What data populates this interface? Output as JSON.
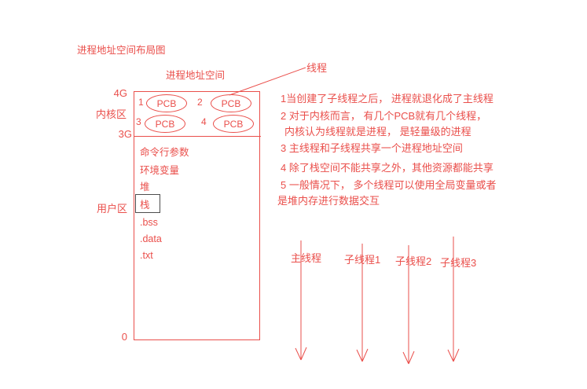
{
  "page": {
    "title": "进程地址空间布局图"
  },
  "diagram": {
    "box_label": "进程地址空间",
    "pointer_label": "线程",
    "axis": {
      "top": "4G",
      "kernel_zone": "内核区",
      "middle": "3G",
      "user_zone": "用户区",
      "bottom": "0"
    },
    "pcbs": [
      {
        "num": "1",
        "label": "PCB"
      },
      {
        "num": "2",
        "label": "PCB"
      },
      {
        "num": "3",
        "label": "PCB"
      },
      {
        "num": "4",
        "label": "PCB"
      }
    ],
    "segments": [
      "命令行参数",
      "环境变量",
      "堆",
      "栈",
      ".bss",
      ".data",
      ".txt"
    ]
  },
  "notes": [
    "1当创建了子线程之后， 进程就退化成了主线程",
    "2 对于内核而言， 有几个PCB就有几个线程，",
    "内核认为线程就是进程， 是轻量级的进程",
    "3 主线程和子线程共享一个进程地址空间",
    "4 除了栈空间不能共享之外，其他资源都能共享",
    "5 一般情况下， 多个线程可以使用全局变量或者",
    "是堆内存进行数据交互"
  ],
  "threads": [
    "主线程",
    "子线程1",
    "子线程2",
    "子线程3"
  ],
  "colors": {
    "ink": "#ea4f4b",
    "stack_box_border": "#4d4d4d",
    "background": "#ffffff"
  }
}
